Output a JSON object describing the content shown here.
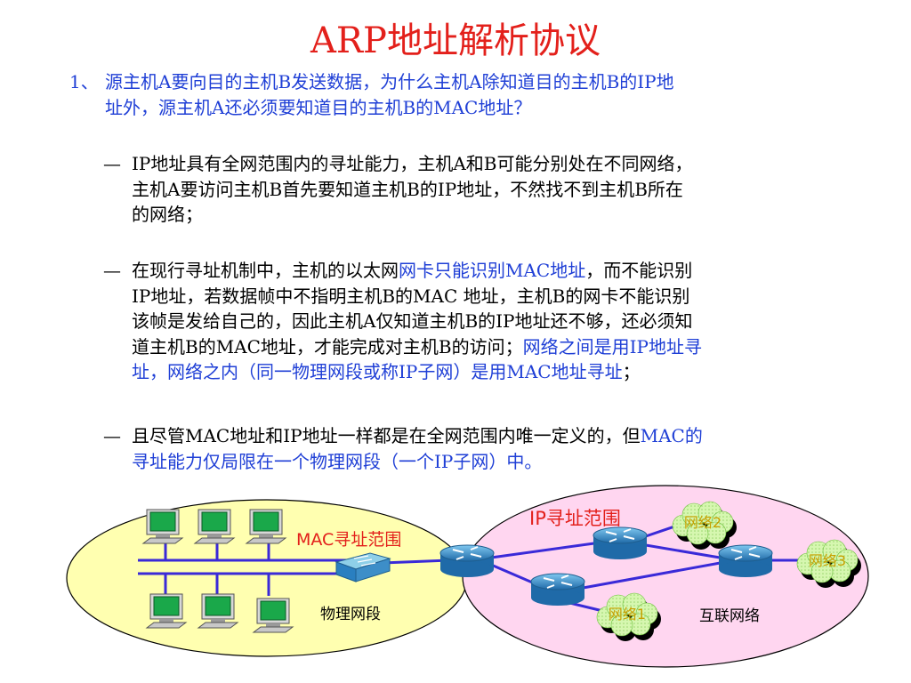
{
  "title": "ARP地址解析协议",
  "question": {
    "number": "1、",
    "lines": [
      "源主机A要向目的主机B发送数据，为什么主机A除知道目的主机B的IP地",
      "址外，源主机A还必须要知道目的主机B的MAC地址？"
    ]
  },
  "points": [
    {
      "dash": "—",
      "lines": [
        [
          {
            "t": "IP地址具有全网范围内的寻址能力，主机A和B可能分别处在不同网络，"
          }
        ],
        [
          {
            "t": "主机A要访问主机B首先要知道主机B的IP地址，不然找不到主机B所在"
          }
        ],
        [
          {
            "t": "的网络；"
          }
        ]
      ]
    },
    {
      "dash": "—",
      "lines": [
        [
          {
            "t": "在现行寻址机制中，主机的以太网"
          },
          {
            "t": "网卡只能识别MAC地址",
            "blue": true
          },
          {
            "t": "，而不能识别"
          }
        ],
        [
          {
            "t": "IP地址，若数据帧中不指明主机B的MAC 地址，主机B的网卡不能识别"
          }
        ],
        [
          {
            "t": "该帧是发给自己的，因此主机A仅知道主机B的IP地址还不够，还必须知"
          }
        ],
        [
          {
            "t": "道主机B的MAC地址，才能完成对主机B的访问；"
          },
          {
            "t": "网络之间是用IP地址寻",
            "blue": true
          }
        ],
        [
          {
            "t": "址，网络之内（同一物理网段或称IP子网）是用MAC地址寻址",
            "blue": true
          },
          {
            "t": "；"
          }
        ]
      ]
    },
    {
      "dash": "—",
      "lines": [
        [
          {
            "t": "且尽管MAC地址和IP地址一样都是在全网范围内唯一定义的，但"
          },
          {
            "t": "MAC的",
            "blue": true
          }
        ],
        [
          {
            "t": "寻址能力仅局限在一个物理网段（一个IP子网）中。",
            "blue": true
          }
        ]
      ]
    }
  ],
  "diagram": {
    "mac_label": "MAC寻址范围",
    "ip_label": "IP寻址范围",
    "segment_label": "物理网段",
    "internet_label": "互联网络",
    "net1": "网络1",
    "net2": "网络2",
    "net3": "网络3",
    "colors": {
      "ellipse_left": "#ffffb0",
      "ellipse_right": "#ffd6f0",
      "link": "#3a2ad8",
      "router": "#2a7fc0",
      "cloud": "#c8f2a0",
      "label_red": "#e3201b"
    }
  }
}
